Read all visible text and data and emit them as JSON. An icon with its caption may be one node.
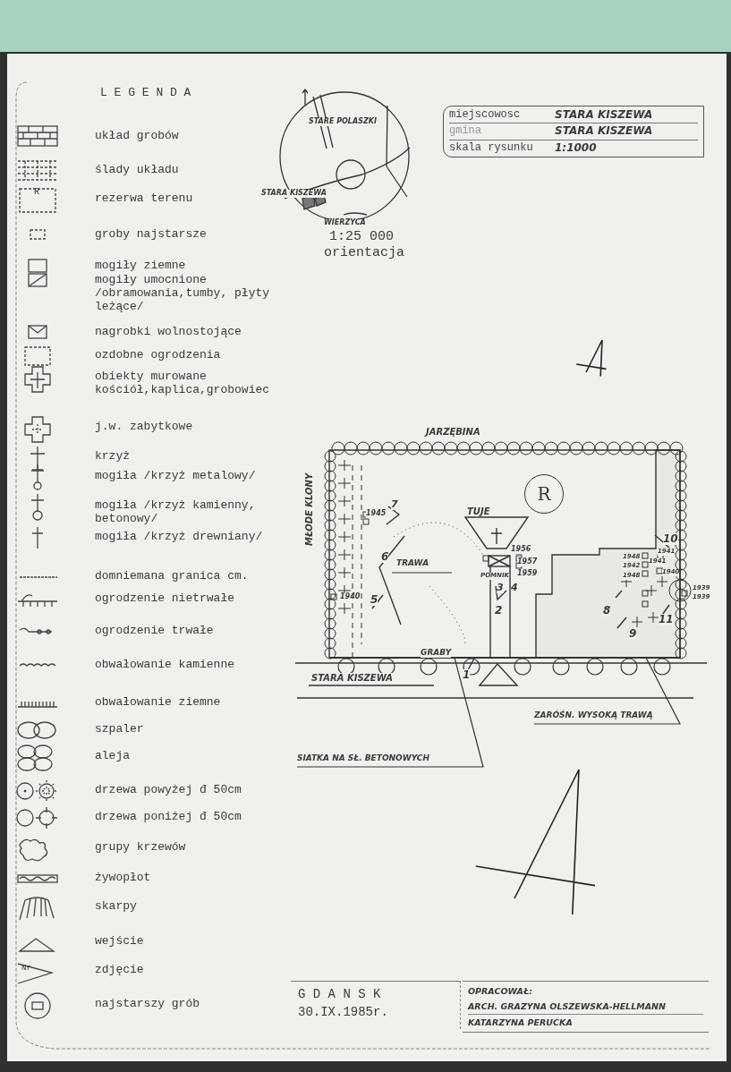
{
  "diagram": {
    "nodes": [
      {
        "text": [
          "miejscowosc",
          "STARA KISZEWA",
          "gmina",
          "STARA KISZEWA",
          "skala rysunku",
          "1:1000"
        ]
      },
      {
        "text": [
          "R"
        ]
      },
      {
        "text": [
          "SIATKA NA SŁ. BETONOWYCH"
        ]
      },
      {
        "text": [
          "ZARÓŚN. WYSOKĄ TRAWĄ"
        ]
      },
      {
        "text": [
          "G D A N S K",
          "30.IX.1985r."
        ]
      },
      {
        "text": [
          "OPRACOWAŁ:",
          "ARCH. GRAZYNA OLSZEWSKA-HELLMANN",
          "KATARZYNA PERUCKA"
        ]
      },
      {
        "text": [],
        "shape": "line"
      },
      {
        "text": [],
        "shape": "box"
      }
    ],
    "edges": [
      {
        "from": 2,
        "to": 6,
        "arrow": "none"
      },
      {
        "from": 3,
        "to": 7,
        "arrow": "none"
      }
    ],
    "labels": [
      "L E G E N D A",
      "R",
      "STARE POLASZKI",
      "STARA KISZEWA",
      "WIERZYCA",
      "1:25 000",
      "orientacja",
      "JARZĘBINA",
      "MŁODE KLONY",
      "1945",
      "7",
      "6",
      "TRAWA",
      "1940",
      "5",
      "TUJE",
      "1956",
      "1957",
      "1959",
      "POMNIK",
      "3",
      "4",
      "2",
      "GRABY",
      "1",
      "STARA KISZEWA",
      "10",
      "1941",
      "1948",
      "1942",
      "1940",
      "1948",
      "1941",
      "1939",
      "1939",
      "8",
      "9",
      "11",
      "Nr"
    ],
    "legend": [
      {
        "text": "układ grobów"
      },
      {
        "text": "ślady układu"
      },
      {
        "text": "rezerwa terenu"
      },
      {
        "text": "groby najstarsze"
      },
      {
        "text": "mogiły ziemne"
      },
      {
        "text": "mogiły umocnione /obramowania,tumby, płyty leżące/"
      },
      {
        "text": "nagrobki wolnostojące"
      },
      {
        "text": "ozdobne ogrodzenia"
      },
      {
        "text": "obiekty murowane kościół,kaplica,grobowiec"
      },
      {
        "text": "j.w. zabytkowe"
      },
      {
        "text": "krzyż"
      },
      {
        "text": "mogiła /krzyż metalowy/"
      },
      {
        "text": "mogiła /krzyż kamienny, betonowy/"
      },
      {
        "text": "mogiła /krzyż drewniany/"
      },
      {
        "text": "domniemana granica cm."
      },
      {
        "text": "ogrodzenie nietrwałe"
      },
      {
        "text": "ogrodzenie trwałe"
      },
      {
        "text": "obwałowanie kamienne"
      },
      {
        "text": "obwałowanie ziemne"
      },
      {
        "text": "szpaler"
      },
      {
        "text": "aleja"
      },
      {
        "text": "drzewa powyżej đ 50cm"
      },
      {
        "text": "drzewa poniżej đ 50cm"
      },
      {
        "text": "grupy krzewów"
      },
      {
        "text": "żywopłot"
      },
      {
        "text": "skarpy"
      },
      {
        "text": "wejście"
      },
      {
        "text": "zdjęcie"
      },
      {
        "text": "najstarszy grób"
      }
    ]
  }
}
